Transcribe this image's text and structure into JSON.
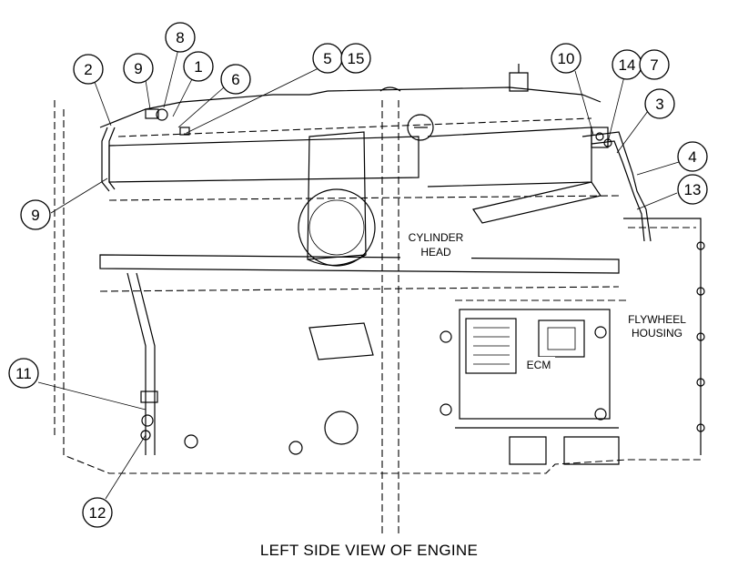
{
  "caption": "LEFT SIDE VIEW OF ENGINE",
  "labels": {
    "cylinder_head_line1": "CYLINDER",
    "cylinder_head_line2": "HEAD",
    "flywheel_line1": "FLYWHEEL",
    "flywheel_line2": "HOUSING",
    "ecm": "ECM"
  },
  "callouts": {
    "c2": "2",
    "c9_top": "9",
    "c8": "8",
    "c1": "1",
    "c6": "6",
    "c5": "5",
    "c15": "15",
    "c10": "10",
    "c14": "14",
    "c7": "7",
    "c3": "3",
    "c4": "4",
    "c13": "13",
    "c9_left": "9",
    "c11": "11",
    "c12": "12"
  }
}
